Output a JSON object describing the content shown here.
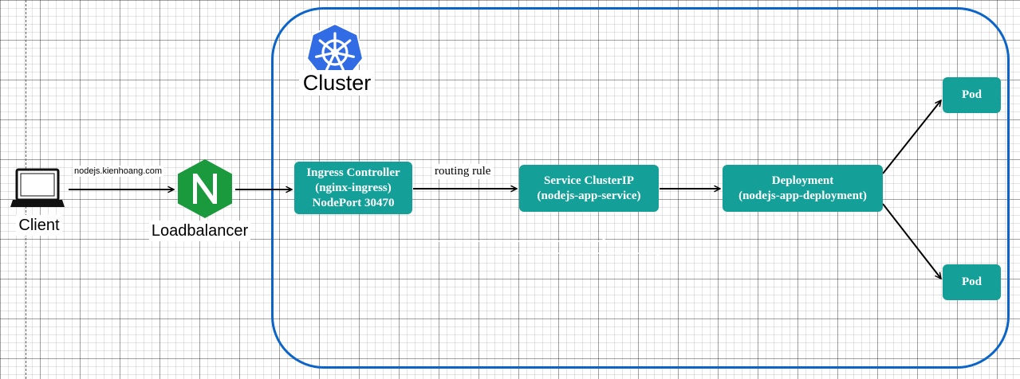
{
  "cluster": {
    "label": "Cluster"
  },
  "client": {
    "label": "Client"
  },
  "loadbalancer": {
    "label": "Loadbalancer"
  },
  "edges": {
    "client_to_lb": "nodejs.kienhoang.com",
    "ingress_to_service": "routing rule"
  },
  "nodes": {
    "ingress": {
      "lines": [
        "Ingress Controller",
        "(nginx-ingress)",
        "NodePort 30470"
      ]
    },
    "service": {
      "lines": [
        "Service ClusterIP",
        "(nodejs-app-service)"
      ]
    },
    "deployment": {
      "lines": [
        "Deployment",
        "(nodejs-app-deployment)"
      ]
    },
    "pod_top": {
      "label": "Pod"
    },
    "pod_bottom": {
      "label": "Pod"
    }
  },
  "colors": {
    "cluster_border": "#0b64c8",
    "node_fill": "#149f99",
    "node_text": "#ffffff",
    "arrow": "#000000",
    "nginx_green": "#1a9a3c",
    "k8s_blue": "#326ce5"
  },
  "icons": {
    "client": "laptop-icon",
    "loadbalancer": "nginx-logo-icon",
    "cluster": "kubernetes-logo-icon"
  }
}
